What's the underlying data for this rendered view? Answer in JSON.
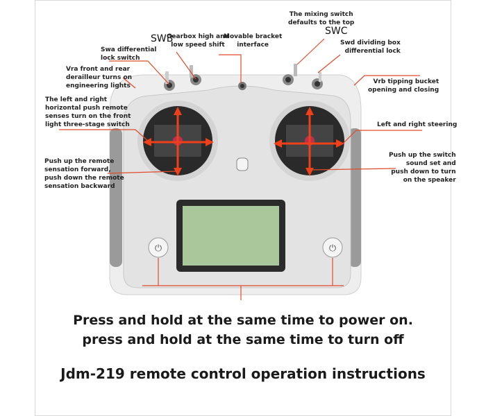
{
  "labels": {
    "swb": "SWB",
    "swc": "SWC",
    "gearbox": "Gearbox high and\nlow speed shift",
    "bracket": "Movable bracket\ninterface",
    "mixing": "The mixing switch\ndefaults to the top",
    "swa": "Swa differential\nlock switch",
    "swd": "Swd dividing box\ndifferential lock",
    "vra": "Vra front and rear\nderailleur turns on\nengineering lights",
    "vrb": "Vrb tipping bucket\nopening and closing",
    "left_horizontal": "The left and right\nhorizontal push remote\nsenses turn on the front\nlight three-stage switch",
    "steering": "Left and right steering",
    "left_vertical": "Push up the remote\nsensation forward,\npush down the remote\nsensation backward",
    "right_vertical": "Push up the switch\nsound set and\npush down to turn\non the speaker"
  },
  "instructions": {
    "line1": "Press and hold at the same time to power on.",
    "line2": "press and hold at the same time to turn off",
    "title": "Jdm-219 remote control operation instructions"
  },
  "colors": {
    "accent": "#e8401c",
    "screen": "#a9c79b",
    "body": "#ececec"
  }
}
